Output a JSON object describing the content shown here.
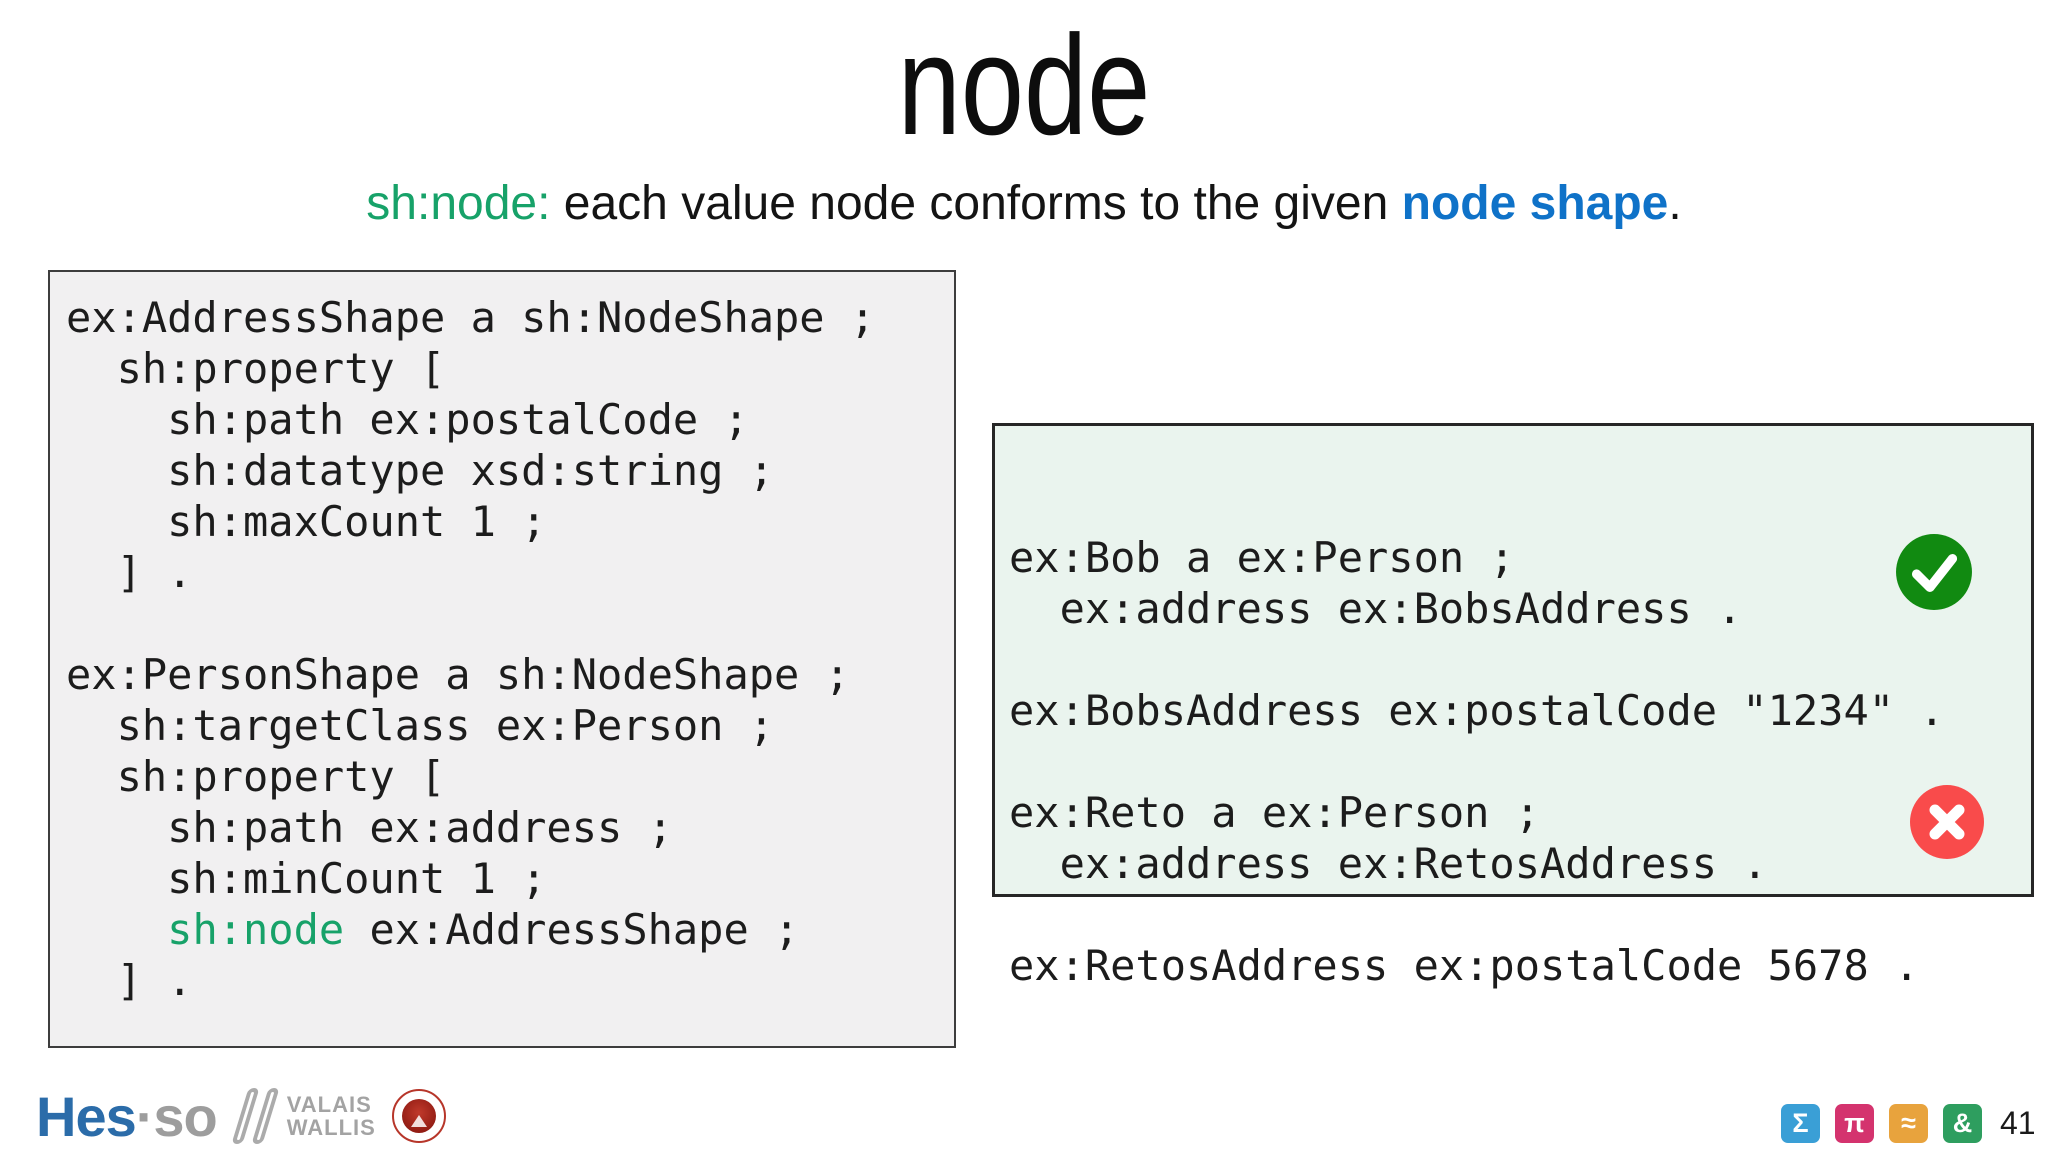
{
  "title": "node",
  "subtitle": {
    "parts": [
      {
        "text": "sh:node:",
        "style": "green"
      },
      {
        "text": " each value node conforms to the given ",
        "style": "black"
      },
      {
        "text": "node shape",
        "style": "blue-bold"
      },
      {
        "text": ".",
        "style": "black"
      }
    ]
  },
  "left_code": {
    "lines": [
      [
        {
          "t": "ex:AddressShape a sh:NodeShape ;"
        }
      ],
      [
        {
          "t": "  sh:property ["
        }
      ],
      [
        {
          "t": "    sh:path ex:postalCode ;"
        }
      ],
      [
        {
          "t": "    sh:datatype xsd:string ;"
        }
      ],
      [
        {
          "t": "    sh:maxCount 1 ;"
        }
      ],
      [
        {
          "t": "  ] ."
        }
      ],
      [
        {
          "t": ""
        }
      ],
      [
        {
          "t": "ex:PersonShape a sh:NodeShape ;"
        }
      ],
      [
        {
          "t": "  sh:targetClass ex:Person ;"
        }
      ],
      [
        {
          "t": "  sh:property ["
        }
      ],
      [
        {
          "t": "    sh:path ex:address ;"
        }
      ],
      [
        {
          "t": "    sh:minCount 1 ;"
        }
      ],
      [
        {
          "t": "    "
        },
        {
          "t": "sh:node",
          "c": "green"
        },
        {
          "t": " ex:AddressShape ;"
        }
      ],
      [
        {
          "t": "  ] ."
        }
      ]
    ]
  },
  "right_code": {
    "lines": [
      [
        {
          "t": "ex:Bob a ex:Person ;"
        }
      ],
      [
        {
          "t": "  ex:address ex:BobsAddress ."
        }
      ],
      [
        {
          "t": ""
        }
      ],
      [
        {
          "t": "ex:BobsAddress ex:postalCode \"1234\" ."
        }
      ],
      [
        {
          "t": ""
        }
      ],
      [
        {
          "t": "ex:Reto a ex:Person ;"
        }
      ],
      [
        {
          "t": "  ex:address ex:RetosAddress ."
        }
      ],
      [
        {
          "t": ""
        }
      ],
      [
        {
          "t": "ex:RetosAddress ex:postalCode 5678 ."
        }
      ]
    ],
    "valid_badge": "check",
    "invalid_badge": "cross"
  },
  "footer": {
    "logo": {
      "brand_hes": "Hes",
      "brand_so": "·so",
      "region_line1": "VALAIS",
      "region_line2": "WALLIS"
    },
    "icons": [
      {
        "name": "sigma",
        "glyph": "Σ",
        "color": "#3a9fd6"
      },
      {
        "name": "pi",
        "glyph": "π",
        "color": "#d4336e"
      },
      {
        "name": "approx",
        "glyph": "≈",
        "color": "#e8a33d"
      },
      {
        "name": "ampersand",
        "glyph": "&",
        "color": "#2e9e5f"
      }
    ],
    "page_number": "41"
  },
  "colors": {
    "keyword_green": "#17a269",
    "highlight_blue": "#0f72c8",
    "check_green": "#118a11",
    "cross_red": "#f94b4b",
    "left_block_bg": "#f1f0f1",
    "right_block_bg": "#eaf4ee",
    "brand_blue": "#2b6ca9",
    "brand_gray": "#9d9d9d"
  }
}
